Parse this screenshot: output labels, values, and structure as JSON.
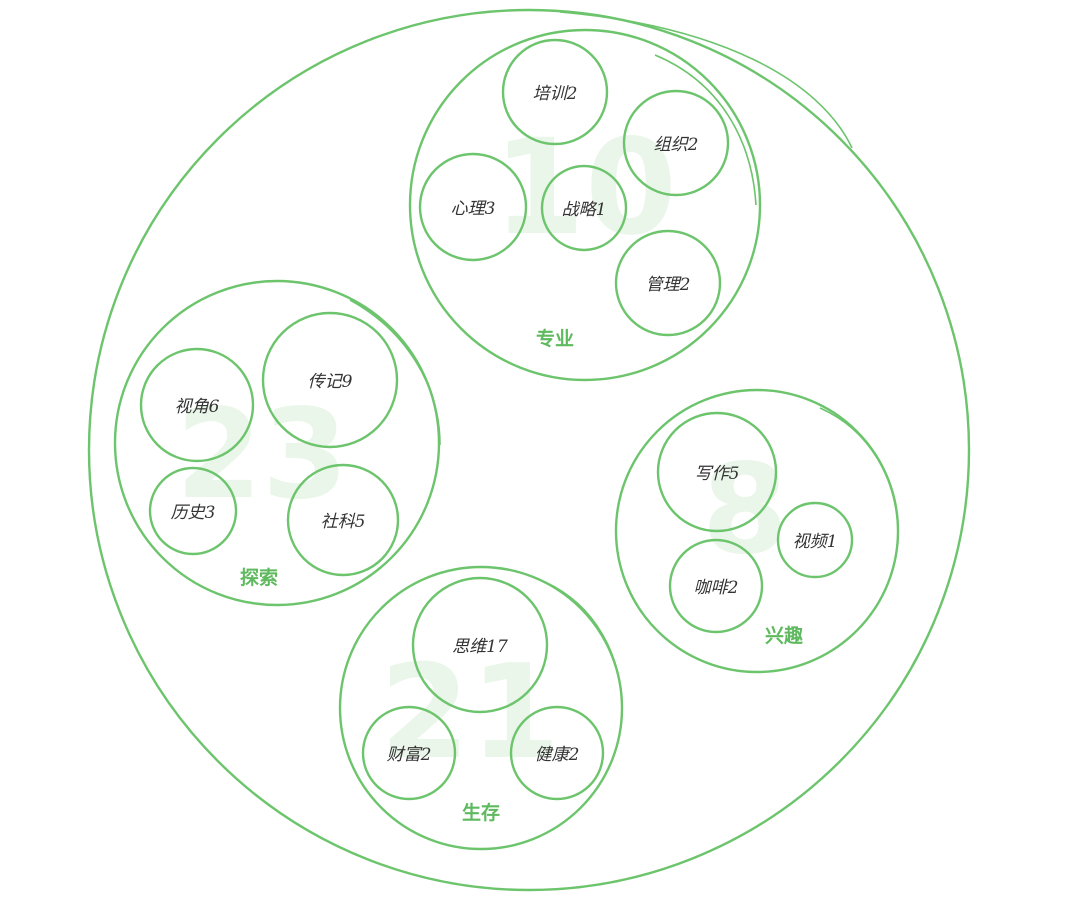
{
  "diagram": {
    "groups": [
      {
        "label": "专业",
        "total": "10",
        "topics": [
          {
            "label": "培训2"
          },
          {
            "label": "组织2"
          },
          {
            "label": "心理3"
          },
          {
            "label": "战略1"
          },
          {
            "label": "管理2"
          }
        ]
      },
      {
        "label": "探索",
        "total": "23",
        "topics": [
          {
            "label": "视角6"
          },
          {
            "label": "传记9"
          },
          {
            "label": "历史3"
          },
          {
            "label": "社科5"
          }
        ]
      },
      {
        "label": "兴趣",
        "total": "8",
        "topics": [
          {
            "label": "写作5"
          },
          {
            "label": "视频1"
          },
          {
            "label": "咖啡2"
          }
        ]
      },
      {
        "label": "生存",
        "total": "21",
        "topics": [
          {
            "label": "思维17"
          },
          {
            "label": "财富2"
          },
          {
            "label": "健康2"
          }
        ]
      }
    ],
    "colors": {
      "stroke": "#6cc46c",
      "group_label": "#5fb95f",
      "watermark": "#eaf6e9",
      "topic_text": "#333333"
    }
  }
}
